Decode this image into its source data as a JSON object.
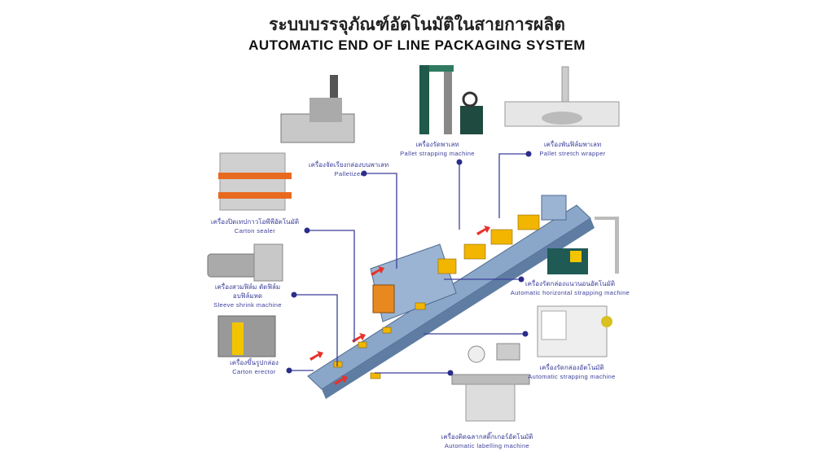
{
  "title_th": "ระบบบรรจุภัณฑ์อัตโนมัติในสายการผลิต",
  "title_en": "AUTOMATIC END OF LINE PACKAGING SYSTEM",
  "colors": {
    "label": "#3b3f9a",
    "connector": "#3b3f9a",
    "conveyor": "#8aa6c8",
    "box": "#f2b500",
    "arrow": "#e8322a"
  },
  "machines": [
    {
      "id": "palletizer",
      "th": "เครื่องจัดเรียงกล่องบนพาเลท",
      "en": "Palletizer"
    },
    {
      "id": "pallet-strapping",
      "th": "เครื่องรัดพาเลท",
      "en": "Pallet strapping machine"
    },
    {
      "id": "pallet-stretch-wrapper",
      "th": "เครื่องพันฟิล์มพาเลท",
      "en": "Pallet stretch wrapper"
    },
    {
      "id": "carton-sealer",
      "th": "เครื่องปิดเทปกาวโอพีพีอัตโนมัติ",
      "en": "Carton sealer"
    },
    {
      "id": "sleeve-shrink",
      "th": "เครื่องสวมฟิล์ม ตัดฟิล์ม",
      "th2": "อบฟิล์มหด",
      "en": "Sleeve shrink machine"
    },
    {
      "id": "carton-erector",
      "th": "เครื่องขึ้นรูปกล่อง",
      "en": "Carton erector"
    },
    {
      "id": "horizontal-strapping",
      "th": "เครื่องรัดกล่องแนวนอนอัตโนมัติ",
      "en": "Automatic horizontal strapping machine"
    },
    {
      "id": "automatic-strapping",
      "th": "เครื่องรัดกล่องอัตโนมัติ",
      "en": "Automatic strapping machine"
    },
    {
      "id": "labelling",
      "th": "เครื่องติดฉลากสติ๊กเกอร์อัตโนมัติ",
      "en": "Automatic labelling machine"
    }
  ]
}
